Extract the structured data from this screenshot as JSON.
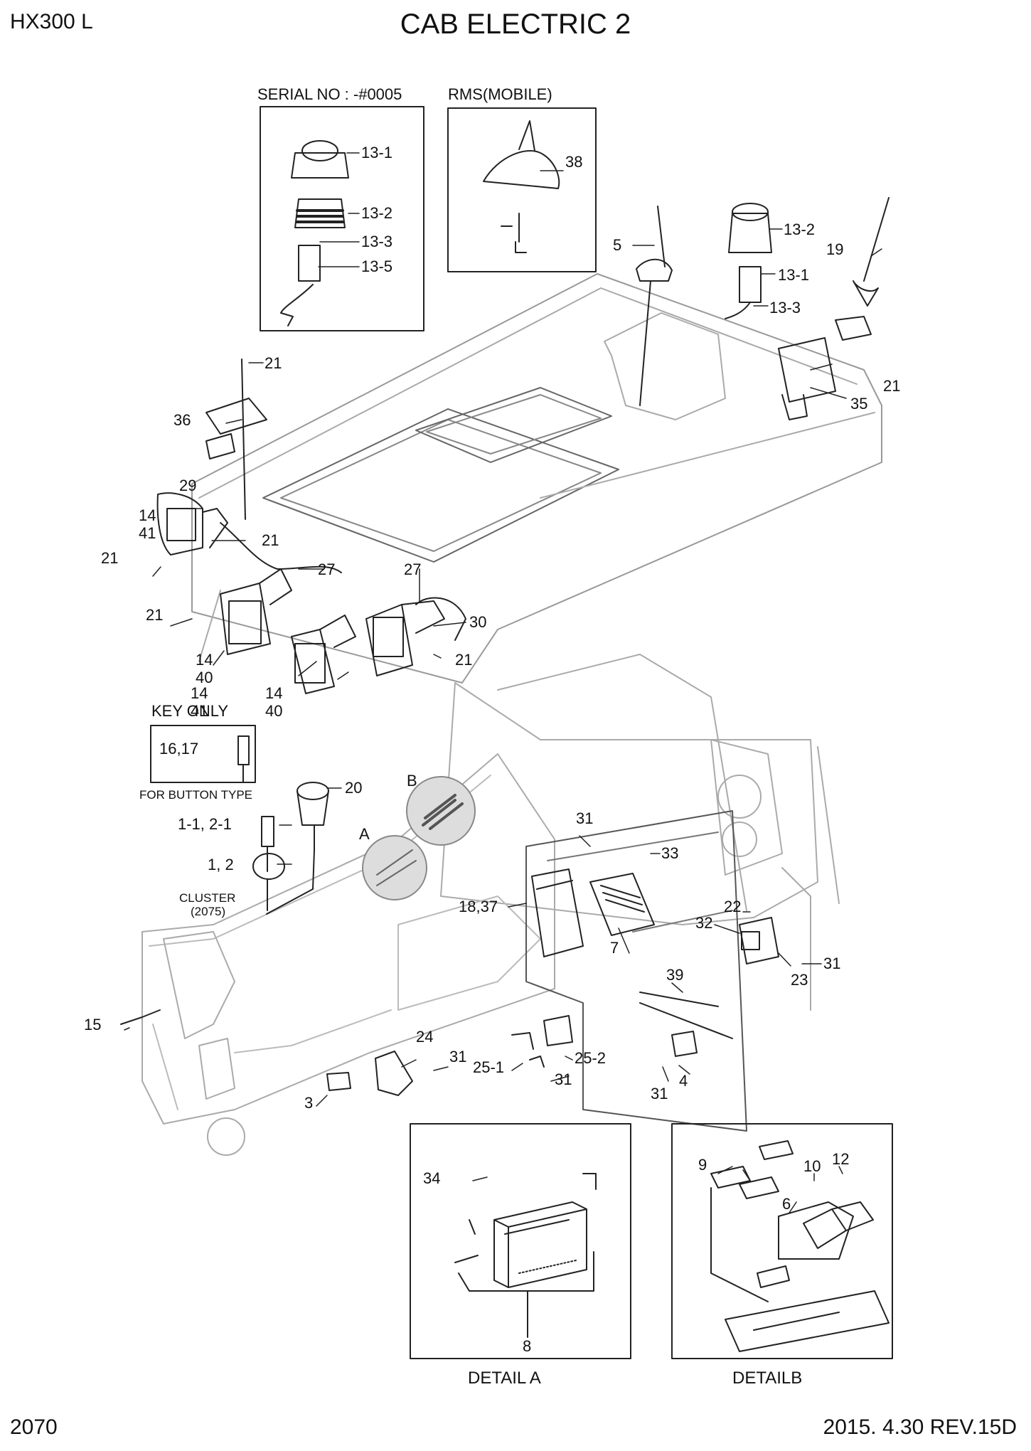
{
  "header": {
    "model": "HX300 L",
    "title": "CAB ELECTRIC 2"
  },
  "footer": {
    "page": "2070",
    "revision": "2015. 4.30  REV.15D"
  },
  "boxes": {
    "serial": "SERIAL NO : -#0005",
    "rms": "RMS(MOBILE)",
    "key_only": "KEY ONLY",
    "button_type": "FOR BUTTON TYPE",
    "cluster": "CLUSTER",
    "cluster_ref": "(2075)",
    "detail_a": "DETAIL A",
    "detail_b": "DETAILB",
    "mark_a": "A",
    "mark_b": "B"
  },
  "labels": {
    "l13_1a": "13-1",
    "l13_2a": "13-2",
    "l13_3a": "13-3",
    "l13_5": "13-5",
    "l38": "38",
    "l5": "5",
    "l13_2b": "13-2",
    "l13_1b": "13-1",
    "l13_3b": "13-3",
    "l19": "19",
    "l21a": "21",
    "l36": "36",
    "l21b": "21",
    "l35": "35",
    "l29": "29",
    "l14a": "14",
    "l41a": "41",
    "l21c": "21",
    "l21d": "21",
    "l27a": "27",
    "l27b": "27",
    "l30": "30",
    "l21e": "21",
    "l21f": "21",
    "l14b": "14",
    "l40b": "40",
    "l14c": "14",
    "l41c": "41",
    "l14d": "14",
    "l40d": "40",
    "l16_17": "16,17",
    "l20": "20",
    "l1_1": "1-1, 2-1",
    "l1_2": "1, 2",
    "l31a": "31",
    "l33": "33",
    "l18_37": "18,37",
    "l7": "7",
    "l22": "22",
    "l32": "32",
    "l31b": "31",
    "l23": "23",
    "l39": "39",
    "l15": "15",
    "l24": "24",
    "l31c": "31",
    "l25_1": "25-1",
    "l25_2": "25-2",
    "l31d": "31",
    "l4": "4",
    "l31e": "31",
    "l3": "3",
    "l34": "34",
    "l8": "8",
    "l9": "9",
    "l10": "10",
    "l12": "12",
    "l6": "6"
  }
}
